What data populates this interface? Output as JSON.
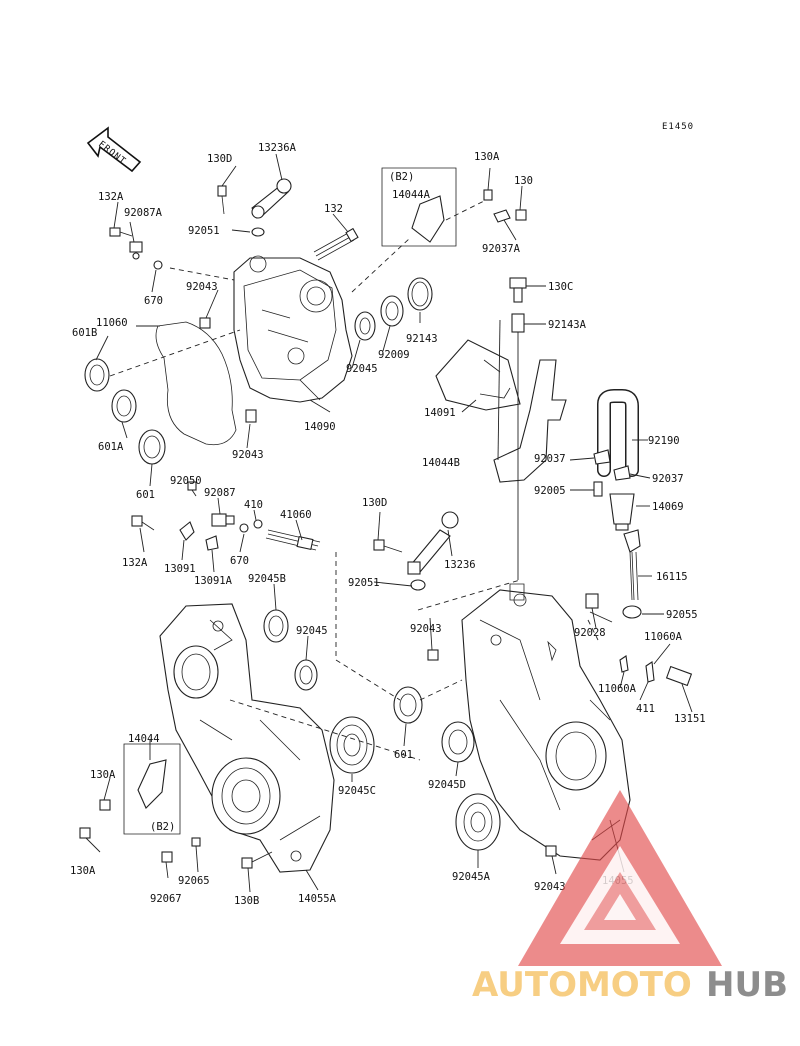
{
  "diagram_code": "E1450",
  "front_label": "FRONT",
  "parts": [
    {
      "id": "p130D_top",
      "text": "130D"
    },
    {
      "id": "p13236A",
      "text": "13236A"
    },
    {
      "id": "p130A_top",
      "text": "130A"
    },
    {
      "id": "p130_top",
      "text": "130"
    },
    {
      "id": "pB2_top",
      "text": "(B2)"
    },
    {
      "id": "p14044A",
      "text": "14044A"
    },
    {
      "id": "p92037A",
      "text": "92037A"
    },
    {
      "id": "p132A_top",
      "text": "132A"
    },
    {
      "id": "p92087A",
      "text": "92087A"
    },
    {
      "id": "p92051_top",
      "text": "92051"
    },
    {
      "id": "p132",
      "text": "132"
    },
    {
      "id": "p670_top",
      "text": "670"
    },
    {
      "id": "p92043_a",
      "text": "92043"
    },
    {
      "id": "p11060",
      "text": "11060"
    },
    {
      "id": "p601B",
      "text": "601B"
    },
    {
      "id": "p92143",
      "text": "92143"
    },
    {
      "id": "p92009",
      "text": "92009"
    },
    {
      "id": "p92045_top",
      "text": "92045"
    },
    {
      "id": "p14090",
      "text": "14090"
    },
    {
      "id": "p601A",
      "text": "601A"
    },
    {
      "id": "p92043_b",
      "text": "92043"
    },
    {
      "id": "p601_left",
      "text": "601"
    },
    {
      "id": "p130C",
      "text": "130C"
    },
    {
      "id": "p92143A",
      "text": "92143A"
    },
    {
      "id": "p14091",
      "text": "14091"
    },
    {
      "id": "p92190",
      "text": "92190"
    },
    {
      "id": "p14044B",
      "text": "14044B"
    },
    {
      "id": "p92037_a",
      "text": "92037"
    },
    {
      "id": "p92037_b",
      "text": "92037"
    },
    {
      "id": "p92005",
      "text": "92005"
    },
    {
      "id": "p14069",
      "text": "14069"
    },
    {
      "id": "p92050",
      "text": "92050"
    },
    {
      "id": "p92087",
      "text": "92087"
    },
    {
      "id": "p410",
      "text": "410"
    },
    {
      "id": "p41060",
      "text": "41060"
    },
    {
      "id": "p132A_mid",
      "text": "132A"
    },
    {
      "id": "p13091",
      "text": "13091"
    },
    {
      "id": "p13091A",
      "text": "13091A"
    },
    {
      "id": "p670_mid",
      "text": "670"
    },
    {
      "id": "p92045B",
      "text": "92045B"
    },
    {
      "id": "p130D_mid",
      "text": "130D"
    },
    {
      "id": "p13236",
      "text": "13236"
    },
    {
      "id": "p92051_mid",
      "text": "92051"
    },
    {
      "id": "p16115",
      "text": "16115"
    },
    {
      "id": "p92055",
      "text": "92055"
    },
    {
      "id": "p92028",
      "text": "92028"
    },
    {
      "id": "p92043_c",
      "text": "92043"
    },
    {
      "id": "p11060A_a",
      "text": "11060A"
    },
    {
      "id": "p11060A_b",
      "text": "11060A"
    },
    {
      "id": "p411",
      "text": "411"
    },
    {
      "id": "p13151",
      "text": "13151"
    },
    {
      "id": "p92045_mid",
      "text": "92045"
    },
    {
      "id": "p601_mid",
      "text": "601"
    },
    {
      "id": "p14044",
      "text": "14044"
    },
    {
      "id": "p130A_low",
      "text": "130A"
    },
    {
      "id": "pB2_low",
      "text": "(B2)"
    },
    {
      "id": "p130A_bottom",
      "text": "130A"
    },
    {
      "id": "p92045C",
      "text": "92045C"
    },
    {
      "id": "p92045D",
      "text": "92045D"
    },
    {
      "id": "p92065",
      "text": "92065"
    },
    {
      "id": "p92067",
      "text": "92067"
    },
    {
      "id": "p130B",
      "text": "130B"
    },
    {
      "id": "p14055A",
      "text": "14055A"
    },
    {
      "id": "p92045A",
      "text": "92045A"
    },
    {
      "id": "p92043_d",
      "text": "92043"
    },
    {
      "id": "p14055",
      "text": "14055"
    }
  ],
  "watermark": {
    "part1": "AUTOMOTO",
    "part2": "HUB",
    "colors": {
      "part1": "#f6c66e",
      "part2": "#7a7a7a",
      "triangle": "#e24a4a"
    }
  }
}
